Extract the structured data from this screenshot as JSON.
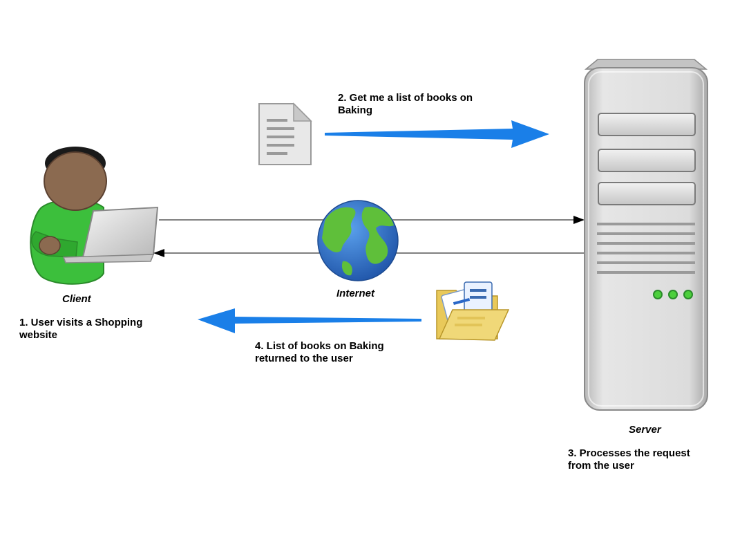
{
  "client": {
    "caption": "Client",
    "step_line1": "1. User visits a Shopping",
    "step_line2": "website"
  },
  "request": {
    "line1": "2. Get me a list of books on",
    "line2": "Baking"
  },
  "internet": {
    "caption": "Internet"
  },
  "server": {
    "caption": "Server",
    "step_line1": "3. Processes the request",
    "step_line2": "from the user"
  },
  "response": {
    "line1": "4. List of books on Baking",
    "line2": "returned to the user"
  },
  "colors": {
    "arrow_blue": "#1a7fe8",
    "person_green": "#3cbf3c",
    "person_skin": "#8b6a50",
    "server_gray": "#d8d8d8",
    "server_led": "#4ccf3c",
    "globe_ocean": "#2a6fc9",
    "globe_land": "#5fbf3a",
    "folder_yellow": "#f0d878"
  }
}
